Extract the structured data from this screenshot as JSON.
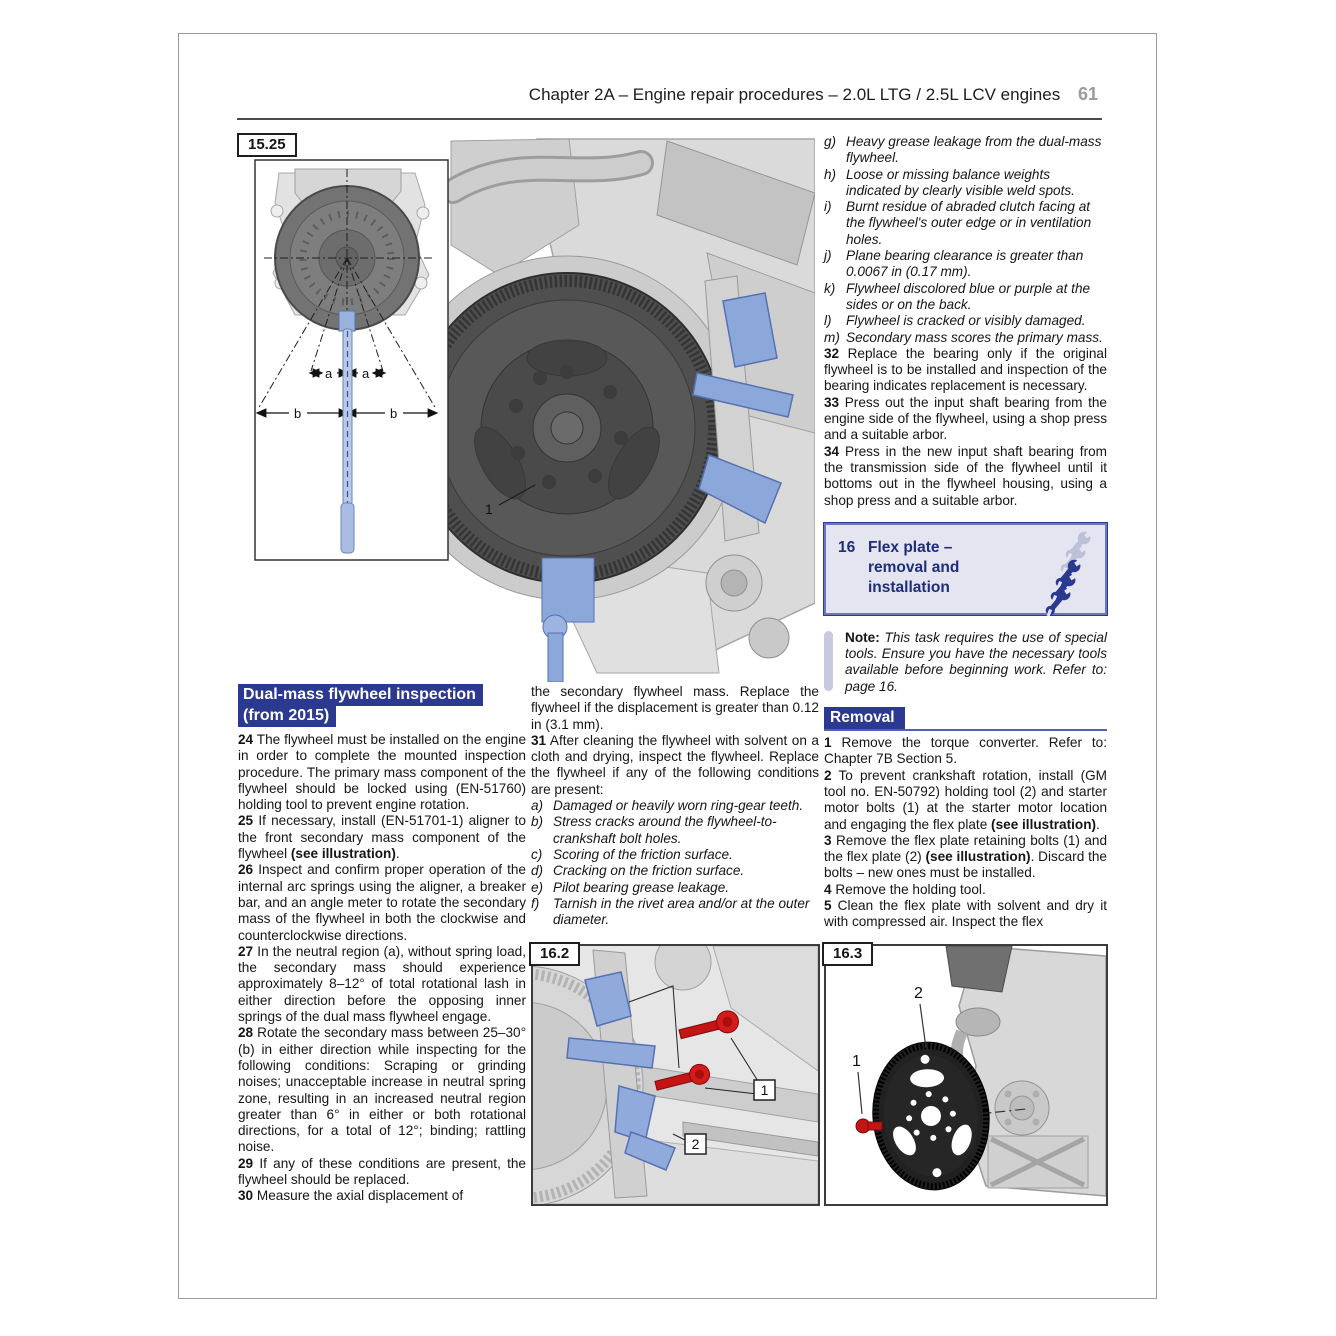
{
  "header": {
    "title": "Chapter 2A – Engine repair procedures – 2.0L LTG / 2.5L LCV engines",
    "page_number": "61"
  },
  "colors": {
    "heading_bg": "#2b3990",
    "section_box_bg": "#e4e5f1",
    "note_bar": "#c7c9dd",
    "tool_blue": "#8ca8da",
    "bolt_red": "#c41414",
    "flywheel_gray": "#4f4f4f"
  },
  "icons": {
    "difficulty_rating": {
      "name": "wrench-icon",
      "total": 5,
      "filled": 3
    }
  },
  "fig_15_25": {
    "label": "15.25",
    "callout_1": "1",
    "dim_a": "a",
    "dim_b": "b"
  },
  "fig_16_2": {
    "label": "16.2",
    "callout_1": "1",
    "callout_2": "2"
  },
  "fig_16_3": {
    "label": "16.3",
    "callout_1": "1",
    "callout_2": "2"
  },
  "left_column": {
    "heading_line1": "Dual-mass flywheel inspection",
    "heading_line2": "(from 2015)",
    "paragraphs": [
      [
        {
          "t": "24",
          "b": 1
        },
        {
          "t": " The flywheel must be installed on the engine in order to complete the mounted inspection procedure. The primary mass component of the flywheel should be locked using (EN-51760) holding tool to prevent engine rotation."
        }
      ],
      [
        {
          "t": "25",
          "b": 1
        },
        {
          "t": " If necessary, install (EN-51701-1) aligner to the front secondary mass component of the flywheel "
        },
        {
          "t": "(see illustration)",
          "b": 1
        },
        {
          "t": "."
        }
      ],
      [
        {
          "t": "26",
          "b": 1
        },
        {
          "t": " Inspect and confirm proper operation of the internal arc springs using the aligner, a breaker bar, and an angle meter to rotate the secondary mass of the flywheel in both the clockwise and counterclockwise directions."
        }
      ],
      [
        {
          "t": "27",
          "b": 1
        },
        {
          "t": " In the neutral region (a), without spring load, the secondary mass should experience approximately 8–12° of total rotational lash in either direction before the opposing inner springs of the dual mass flywheel engage."
        }
      ],
      [
        {
          "t": "28",
          "b": 1
        },
        {
          "t": " Rotate the secondary mass between 25–30° (b) in either direction while inspecting for the following conditions: Scraping or grinding noises; unacceptable increase in neutral spring zone, resulting in an increased neutral region greater than 6° in either or both rotational directions, for a total of 12°; binding; rattling noise."
        }
      ],
      [
        {
          "t": "29",
          "b": 1
        },
        {
          "t": " If any of these conditions are present, the flywheel should be replaced."
        }
      ],
      [
        {
          "t": "30",
          "b": 1
        },
        {
          "t": " Measure the axial displacement of"
        }
      ]
    ]
  },
  "middle_column": {
    "paragraphs": [
      [
        {
          "t": "the secondary flywheel mass. Replace the flywheel if the displacement is greater than 0.12 in (3.1 mm)."
        }
      ],
      [
        {
          "t": "31",
          "b": 1
        },
        {
          "t": " After cleaning the flywheel with solvent on a cloth and drying, inspect the flywheel. Replace the flywheel if any of the following conditions are present:"
        }
      ]
    ],
    "list_items": [
      {
        "marker": "a)",
        "text": "Damaged or heavily worn ring-gear teeth."
      },
      {
        "marker": "b)",
        "text": "Stress cracks around the flywheel-to-crankshaft bolt holes."
      },
      {
        "marker": "c)",
        "text": "Scoring of the friction surface."
      },
      {
        "marker": "d)",
        "text": "Cracking on the friction surface."
      },
      {
        "marker": "e)",
        "text": "Pilot bearing grease leakage."
      },
      {
        "marker": "f)",
        "text": "Tarnish in the rivet area and/or at the outer diameter."
      }
    ]
  },
  "right_column": {
    "list_items": [
      {
        "marker": "g)",
        "text": "Heavy grease leakage from the dual-mass flywheel."
      },
      {
        "marker": "h)",
        "text": "Loose or missing balance weights indicated by clearly visible weld spots."
      },
      {
        "marker": "i)",
        "text": "Burnt residue of abraded clutch facing at the flywheel's outer edge or in ventilation holes."
      },
      {
        "marker": "j)",
        "text": "Plane bearing clearance is greater than 0.0067 in (0.17 mm)."
      },
      {
        "marker": "k)",
        "text": "Flywheel discolored blue or purple at the sides or on the back."
      },
      {
        "marker": "l)",
        "text": "Flywheel is cracked or visibly damaged."
      },
      {
        "marker": "m)",
        "text": "Secondary mass scores the primary mass."
      }
    ],
    "paragraphs": [
      [
        {
          "t": "32",
          "b": 1
        },
        {
          "t": " Replace the bearing only if the original flywheel is to be installed and inspection of the bearing indicates replacement is necessary."
        }
      ],
      [
        {
          "t": "33",
          "b": 1
        },
        {
          "t": " Press out the input shaft bearing from the engine side of the flywheel, using a shop press and a suitable arbor."
        }
      ],
      [
        {
          "t": "34",
          "b": 1
        },
        {
          "t": " Press in the new input shaft bearing from the transmission side of the flywheel until it bottoms out in the flywheel housing, using a shop press and a suitable arbor."
        }
      ]
    ],
    "section_box": {
      "number": "16",
      "title_line1": "Flex plate –",
      "title_line2": "removal and installation"
    },
    "note": [
      {
        "t": "Note: ",
        "b": 1
      },
      {
        "t": "This task requires the use of special tools. Ensure you have the necessary tools available before beginning work. Refer to: page 16.",
        "i": 1
      }
    ],
    "removal_heading": "Removal",
    "removal_paragraphs": [
      [
        {
          "t": "1",
          "b": 1
        },
        {
          "t": " Remove the torque converter. Refer to: Chapter 7B Section 5."
        }
      ],
      [
        {
          "t": "2",
          "b": 1
        },
        {
          "t": " To prevent crankshaft rotation, install (GM tool no. EN-50792) holding tool (2) and starter motor bolts (1) at the starter motor location and engaging the flex plate "
        },
        {
          "t": "(see illustration)",
          "b": 1
        },
        {
          "t": "."
        }
      ],
      [
        {
          "t": "3",
          "b": 1
        },
        {
          "t": " Remove the flex plate retaining bolts (1) and the flex plate (2) "
        },
        {
          "t": "(see illustration)",
          "b": 1
        },
        {
          "t": ". Discard the bolts – new ones must be installed."
        }
      ],
      [
        {
          "t": "4",
          "b": 1
        },
        {
          "t": " Remove the holding tool."
        }
      ],
      [
        {
          "t": "5",
          "b": 1
        },
        {
          "t": " Clean the flex plate with solvent and dry it with compressed air. Inspect the flex"
        }
      ]
    ]
  }
}
